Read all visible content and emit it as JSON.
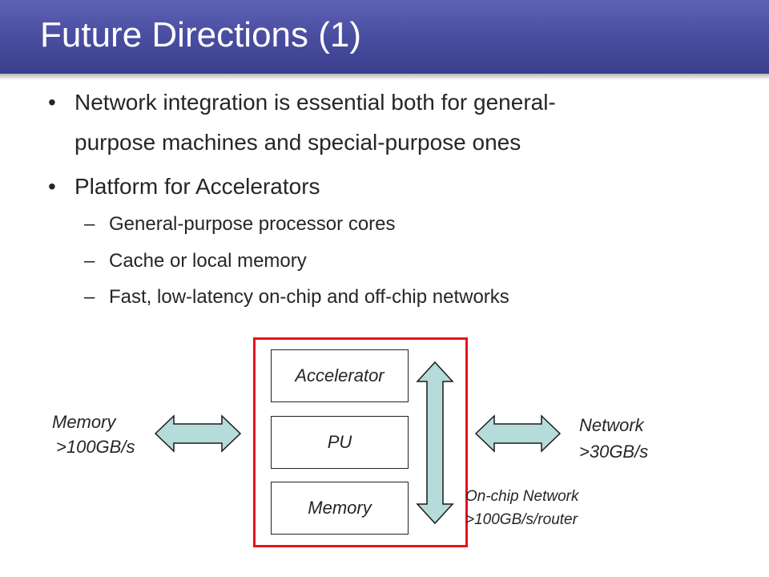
{
  "slide": {
    "title": "Future Directions (1)",
    "bullets": [
      {
        "marker": "•",
        "lines": [
          "Network integration is essential both for general-",
          "purpose machines and special-purpose ones"
        ]
      },
      {
        "marker": "•",
        "lines": [
          "Platform for Accelerators"
        ]
      }
    ],
    "sub_bullets": [
      {
        "marker": "–",
        "text": "General-purpose processor cores"
      },
      {
        "marker": "–",
        "text": "Cache or local memory"
      },
      {
        "marker": "–",
        "text": "Fast, low-latency on-chip and off-chip networks"
      }
    ]
  },
  "diagram": {
    "blocks": [
      "Accelerator",
      "PU",
      "Memory"
    ],
    "left_link": {
      "line1": "Memory",
      "line2": ">100GB/s"
    },
    "right_link": {
      "line1": "Network",
      "line2": ">30GB/s"
    },
    "onchip": {
      "line1": "On-chip Network",
      "line2": ">100GB/s/router"
    },
    "colors": {
      "arrow_fill": "#b5dbda",
      "arrow_stroke": "#1a1a1a",
      "box_border": "#e8121c",
      "title_bar": "#4b4fa2"
    }
  }
}
